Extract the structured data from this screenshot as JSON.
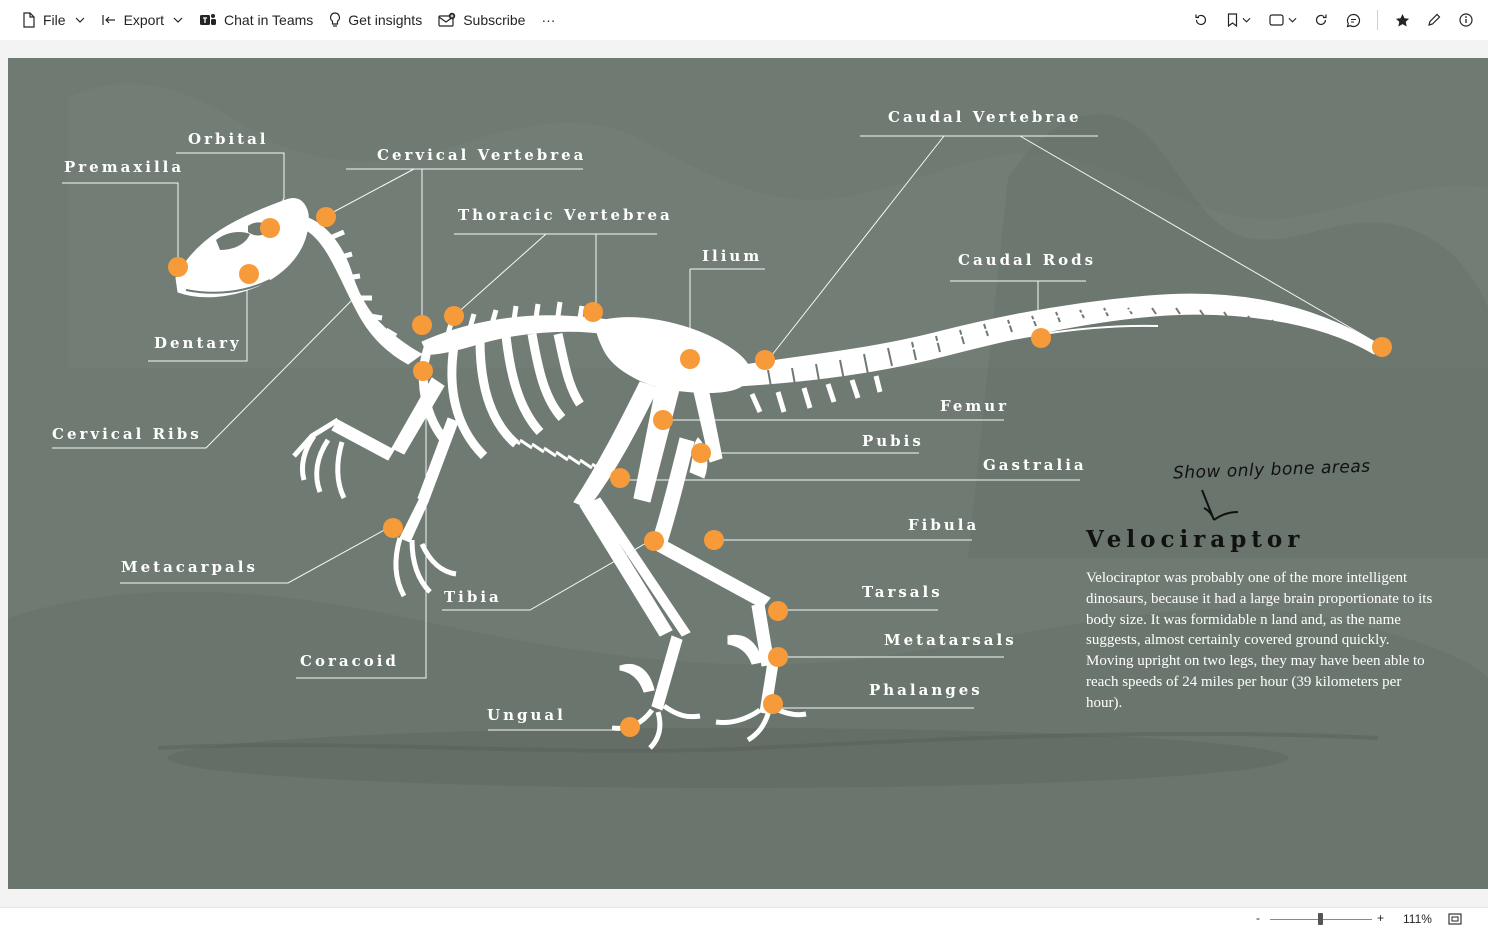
{
  "toolbar": {
    "file": "File",
    "export": "Export",
    "chat_in_teams": "Chat in Teams",
    "get_insights": "Get insights",
    "subscribe": "Subscribe",
    "more": "···"
  },
  "diagram": {
    "labels": {
      "orbital": "Orbital",
      "premaxilla": "Premaxilla",
      "cervical_vertebrea": "Cervical Vertebrea",
      "thoracic_vertebrea": "Thoracic Vertebrea",
      "ilium": "Ilium",
      "caudal_vertebrae": "Caudal Vertebrae",
      "caudal_rods": "Caudal Rods",
      "dentary": "Dentary",
      "cervical_ribs": "Cervical Ribs",
      "femur": "Femur",
      "pubis": "Pubis",
      "gastralia": "Gastralia",
      "fibula": "Fibula",
      "metacarpals": "Metacarpals",
      "tibia": "Tibia",
      "tarsals": "Tarsals",
      "metatarsals": "Metatarsals",
      "coracoid": "Coracoid",
      "phalanges": "Phalanges",
      "ungual": "Ungual"
    },
    "hint": "Show only bone areas",
    "title": "Velociraptor",
    "description": "Velociraptor was probably one of the more intelligent dinosaurs, because it had a large brain proportionate to its body size. It was formidable n land and, as the name suggests, almost certainly covered ground quickly. Moving upright on two legs, they may have been able to reach speeds of 24 miles per hour (39 kilometers per hour).",
    "colors": {
      "background": "#6f7a73",
      "marker": "#f79a3a",
      "bone": "#ffffff",
      "title": "#111111"
    }
  },
  "statusbar": {
    "zoom_minus": "-",
    "zoom_plus": "+",
    "zoom_level": "111%"
  }
}
